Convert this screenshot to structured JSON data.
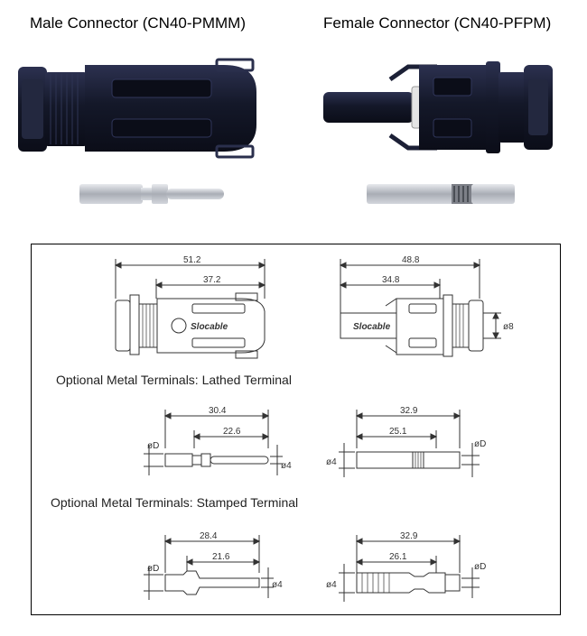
{
  "titles": {
    "male": "Male Connector (CN40-PMMM)",
    "female": "Female Connector (CN40-PFPM)"
  },
  "brand": "Slocable",
  "sections": {
    "lathed": "Optional Metal Terminals: Lathed Terminal",
    "stamped": "Optional Metal Terminals: Stamped Terminal"
  },
  "dimensions": {
    "male_overall": "51.2",
    "male_body": "37.2",
    "female_overall": "48.8",
    "female_body": "34.8",
    "female_pin_dia": "ø8",
    "lathed_male_total": "30.4",
    "lathed_male_body": "22.6",
    "lathed_male_dia_d": "øD",
    "lathed_male_dia_4": "ø4",
    "lathed_female_total": "32.9",
    "lathed_female_body": "25.1",
    "lathed_female_dia_4": "ø4",
    "lathed_female_dia_d": "øD",
    "stamped_male_total": "28.4",
    "stamped_male_body": "21.6",
    "stamped_male_dia_d": "øD",
    "stamped_male_dia_4": "ø4",
    "stamped_female_total": "32.9",
    "stamped_female_body": "26.1",
    "stamped_female_dia_4": "ø4",
    "stamped_female_dia_d": "øD"
  },
  "colors": {
    "connector_body": "#161a30",
    "terminal_metal": "#b9bcc3",
    "drawing_line": "#333333",
    "background": "#ffffff"
  }
}
